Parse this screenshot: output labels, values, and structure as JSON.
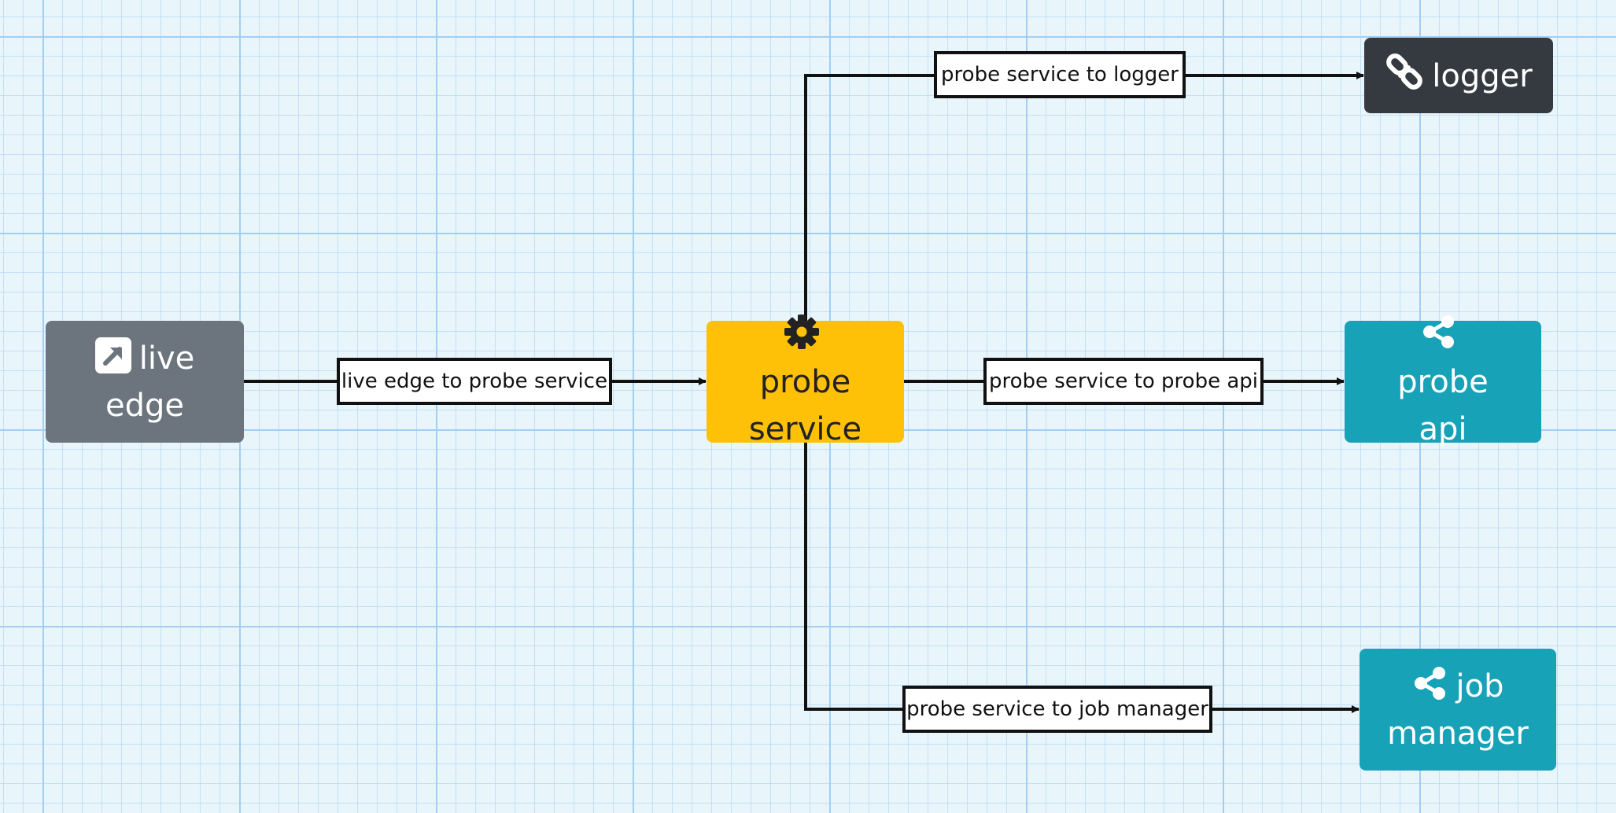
{
  "diagram": {
    "nodes": [
      {
        "id": "live-edge",
        "label": "live edge",
        "icon": "external-link-icon",
        "color": "#6c757d",
        "text_color": "#ffffff"
      },
      {
        "id": "probe-service",
        "label": "probe service",
        "icon": "gear-icon",
        "color": "#ffc107",
        "text_color": "#222222"
      },
      {
        "id": "logger",
        "label": "logger",
        "icon": "link-icon",
        "color": "#343a40",
        "text_color": "#ffffff"
      },
      {
        "id": "probe-api",
        "label": "probe api",
        "icon": "share-icon",
        "color": "#17a2b8",
        "text_color": "#ffffff"
      },
      {
        "id": "job-manager",
        "label": "job manager",
        "icon": "share-icon",
        "color": "#17a2b8",
        "text_color": "#ffffff"
      }
    ],
    "edges": [
      {
        "from": "live-edge",
        "to": "probe-service",
        "label": "live edge to probe service"
      },
      {
        "from": "probe-service",
        "to": "logger",
        "label": "probe service to logger"
      },
      {
        "from": "probe-service",
        "to": "probe-api",
        "label": "probe service to probe api"
      },
      {
        "from": "probe-service",
        "to": "job-manager",
        "label": "probe service to job manager"
      }
    ]
  }
}
